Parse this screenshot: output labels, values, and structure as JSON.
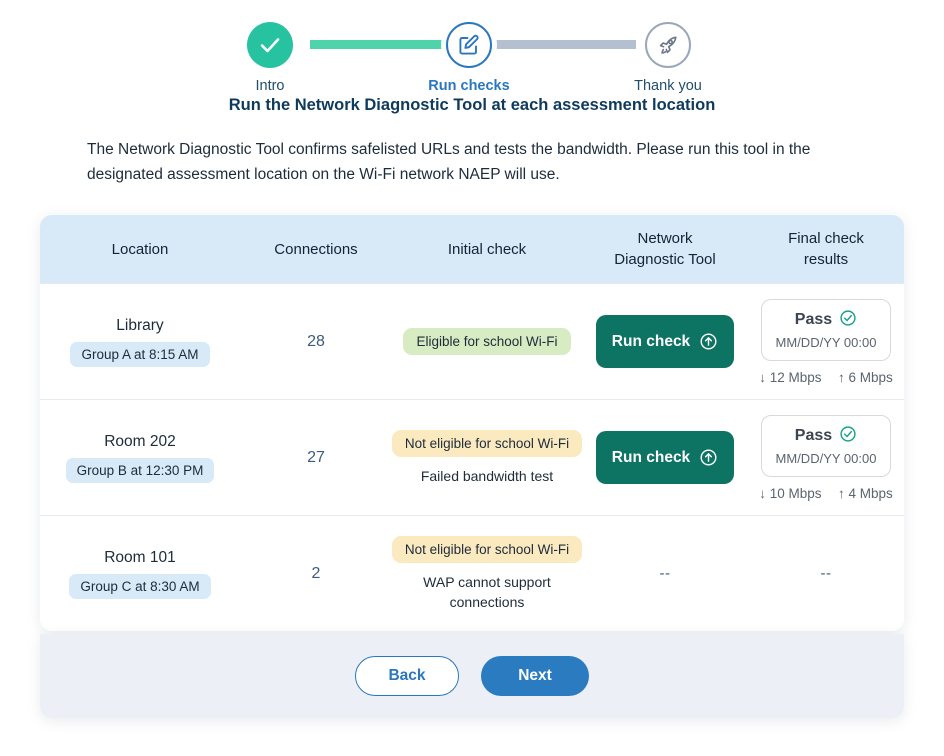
{
  "stepper": {
    "steps": [
      {
        "label": "Intro",
        "state": "done",
        "icon": "check-icon"
      },
      {
        "label": "Run checks",
        "state": "current",
        "icon": "edit-square-icon"
      },
      {
        "label": "Thank you",
        "state": "todo",
        "icon": "rocket-icon"
      }
    ]
  },
  "page": {
    "title": "Run the Network Diagnostic Tool at each assessment location",
    "description": "The Network Diagnostic Tool confirms safelisted URLs and tests the bandwidth. Please run this tool in the designated assessment location on the Wi-Fi network NAEP will use."
  },
  "table": {
    "headers": {
      "location": "Location",
      "connections": "Connections",
      "initial_check": "Initial check",
      "diagnostic_tool": "Network\nDiagnostic Tool",
      "diagnostic_tool_line1": "Network",
      "diagnostic_tool_line2": "Diagnostic Tool",
      "final_results_line1": "Final check",
      "final_results_line2": "results"
    },
    "rows": [
      {
        "location_name": "Library",
        "group": "Group A at 8:15 AM",
        "connections": "28",
        "initial_status": "Eligible for school Wi-Fi",
        "initial_status_kind": "ok",
        "initial_sub": "",
        "action_label": "Run check",
        "action_enabled": true,
        "result_status": "Pass",
        "result_date": "MM/DD/YY 00:00",
        "download": "↓ 12 Mbps",
        "upload": "↑ 6 Mbps"
      },
      {
        "location_name": "Room 202",
        "group": "Group B at 12:30 PM",
        "connections": "27",
        "initial_status": "Not eligible for school Wi-Fi",
        "initial_status_kind": "warn",
        "initial_sub": "Failed bandwidth test",
        "action_label": "Run check",
        "action_enabled": true,
        "result_status": "Pass",
        "result_date": "MM/DD/YY 00:00",
        "download": "↓ 10 Mbps",
        "upload": "↑ 4 Mbps"
      },
      {
        "location_name": "Room 101",
        "group": "Group C at 8:30 AM",
        "connections": "2",
        "initial_status": "Not eligible for school Wi-Fi",
        "initial_status_kind": "warn",
        "initial_sub": "WAP cannot support connections",
        "action_label": "--",
        "action_enabled": false,
        "result_status": "--",
        "result_date": "",
        "download": "",
        "upload": ""
      }
    ]
  },
  "footer": {
    "back_label": "Back",
    "next_label": "Next"
  },
  "colors": {
    "step_done": "#27c2a0",
    "step_current": "#2a77bd",
    "step_todo": "#9aa6ba",
    "header_bg": "#d8e9f8",
    "run_button": "#0d7363",
    "pill_ok": "#d7ecc2",
    "pill_warn": "#fbe9c0",
    "next_button": "#2a7bbf",
    "pass_check": "#17a08a"
  }
}
